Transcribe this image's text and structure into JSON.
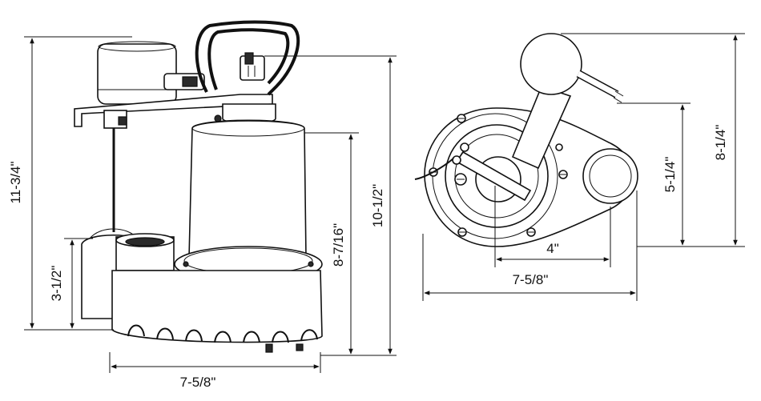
{
  "side_view": {
    "overall_height": "11-3/4\"",
    "total_height": "10-1/2\"",
    "motor_height": "8-7/16\"",
    "float_height": "3-1/2\"",
    "base_width": "7-5/8\""
  },
  "top_view": {
    "overall_depth": "8-1/4\"",
    "discharge_depth": "5-1/4\"",
    "discharge_offset": "4\"",
    "base_width": "7-5/8\""
  },
  "colors": {
    "line": "#111111",
    "fill_dark": "#2a2a2a",
    "background": "#ffffff"
  }
}
